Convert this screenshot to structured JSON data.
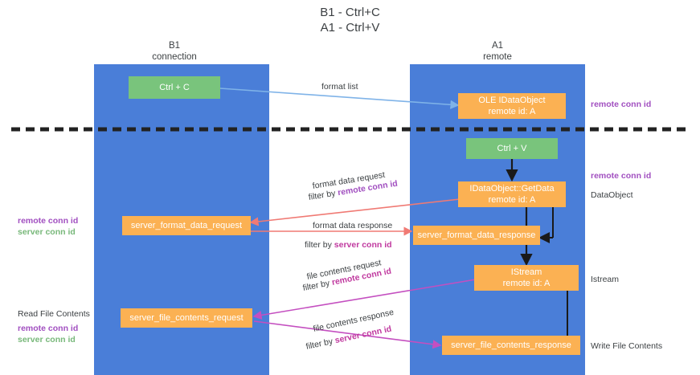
{
  "title": {
    "line1": "B1 - Ctrl+C",
    "line2": "A1 - Ctrl+V"
  },
  "columns": [
    {
      "name": "B1",
      "role": "connection"
    },
    {
      "name": "A1",
      "role": "remote"
    }
  ],
  "colors": {
    "lane": "#4a7ed8",
    "green_node": "#79c47c",
    "orange_node": "#fbb153",
    "purple": "#a14fc0",
    "magenta": "#c0399f",
    "green_text": "#78b87a",
    "divider": "#222222",
    "arrow_blue": "#7fb3e8",
    "arrow_red": "#f07a74",
    "arrow_black": "#1a1a1a",
    "arrow_magenta": "#c44fc0"
  },
  "nodes": {
    "ctrl_c": {
      "label": "Ctrl + C"
    },
    "ole_idataobject": {
      "line1": "OLE IDataObject",
      "line2": "remote id: A"
    },
    "ctrl_v": {
      "label": "Ctrl + V"
    },
    "idataobject_getdata": {
      "line1": "IDataObject::GetData",
      "line2": "remote id: A"
    },
    "server_format_data_request": {
      "label": "server_format_data_request"
    },
    "server_format_data_response": {
      "label": "server_format_data_response"
    },
    "istream": {
      "line1": "IStream",
      "line2": "remote id: A"
    },
    "server_file_contents_request": {
      "label": "server_file_contents_request"
    },
    "server_file_contents_response": {
      "label": "server_file_contents_response"
    }
  },
  "edge_labels": {
    "format_list": "format list",
    "format_data_request": "format data request",
    "format_data_request_filter_prefix": "filter by ",
    "format_data_request_filter_key": "remote conn id",
    "format_data_response": "format data response",
    "format_data_response_filter_prefix": "filter by ",
    "format_data_response_filter_key": "server conn id",
    "file_contents_request": "file contents request",
    "file_contents_request_filter_prefix": "filter by ",
    "file_contents_request_filter_key": "remote conn id",
    "file_contents_response": "file contents response",
    "file_contents_response_filter_prefix": "filter by ",
    "file_contents_response_filter_key": "server conn id"
  },
  "annotations": {
    "right_top_conn": "remote conn id",
    "right_mid_conn": "remote conn id",
    "right_dataobject": "DataObject",
    "right_istream": "Istream",
    "right_write_file_contents": "Write File Contents",
    "left_mid_remote": "remote conn id",
    "left_mid_server": "server conn id",
    "left_read_file_contents": "Read File Contents",
    "left_bottom_remote": "remote conn id",
    "left_bottom_server": "server conn id"
  }
}
